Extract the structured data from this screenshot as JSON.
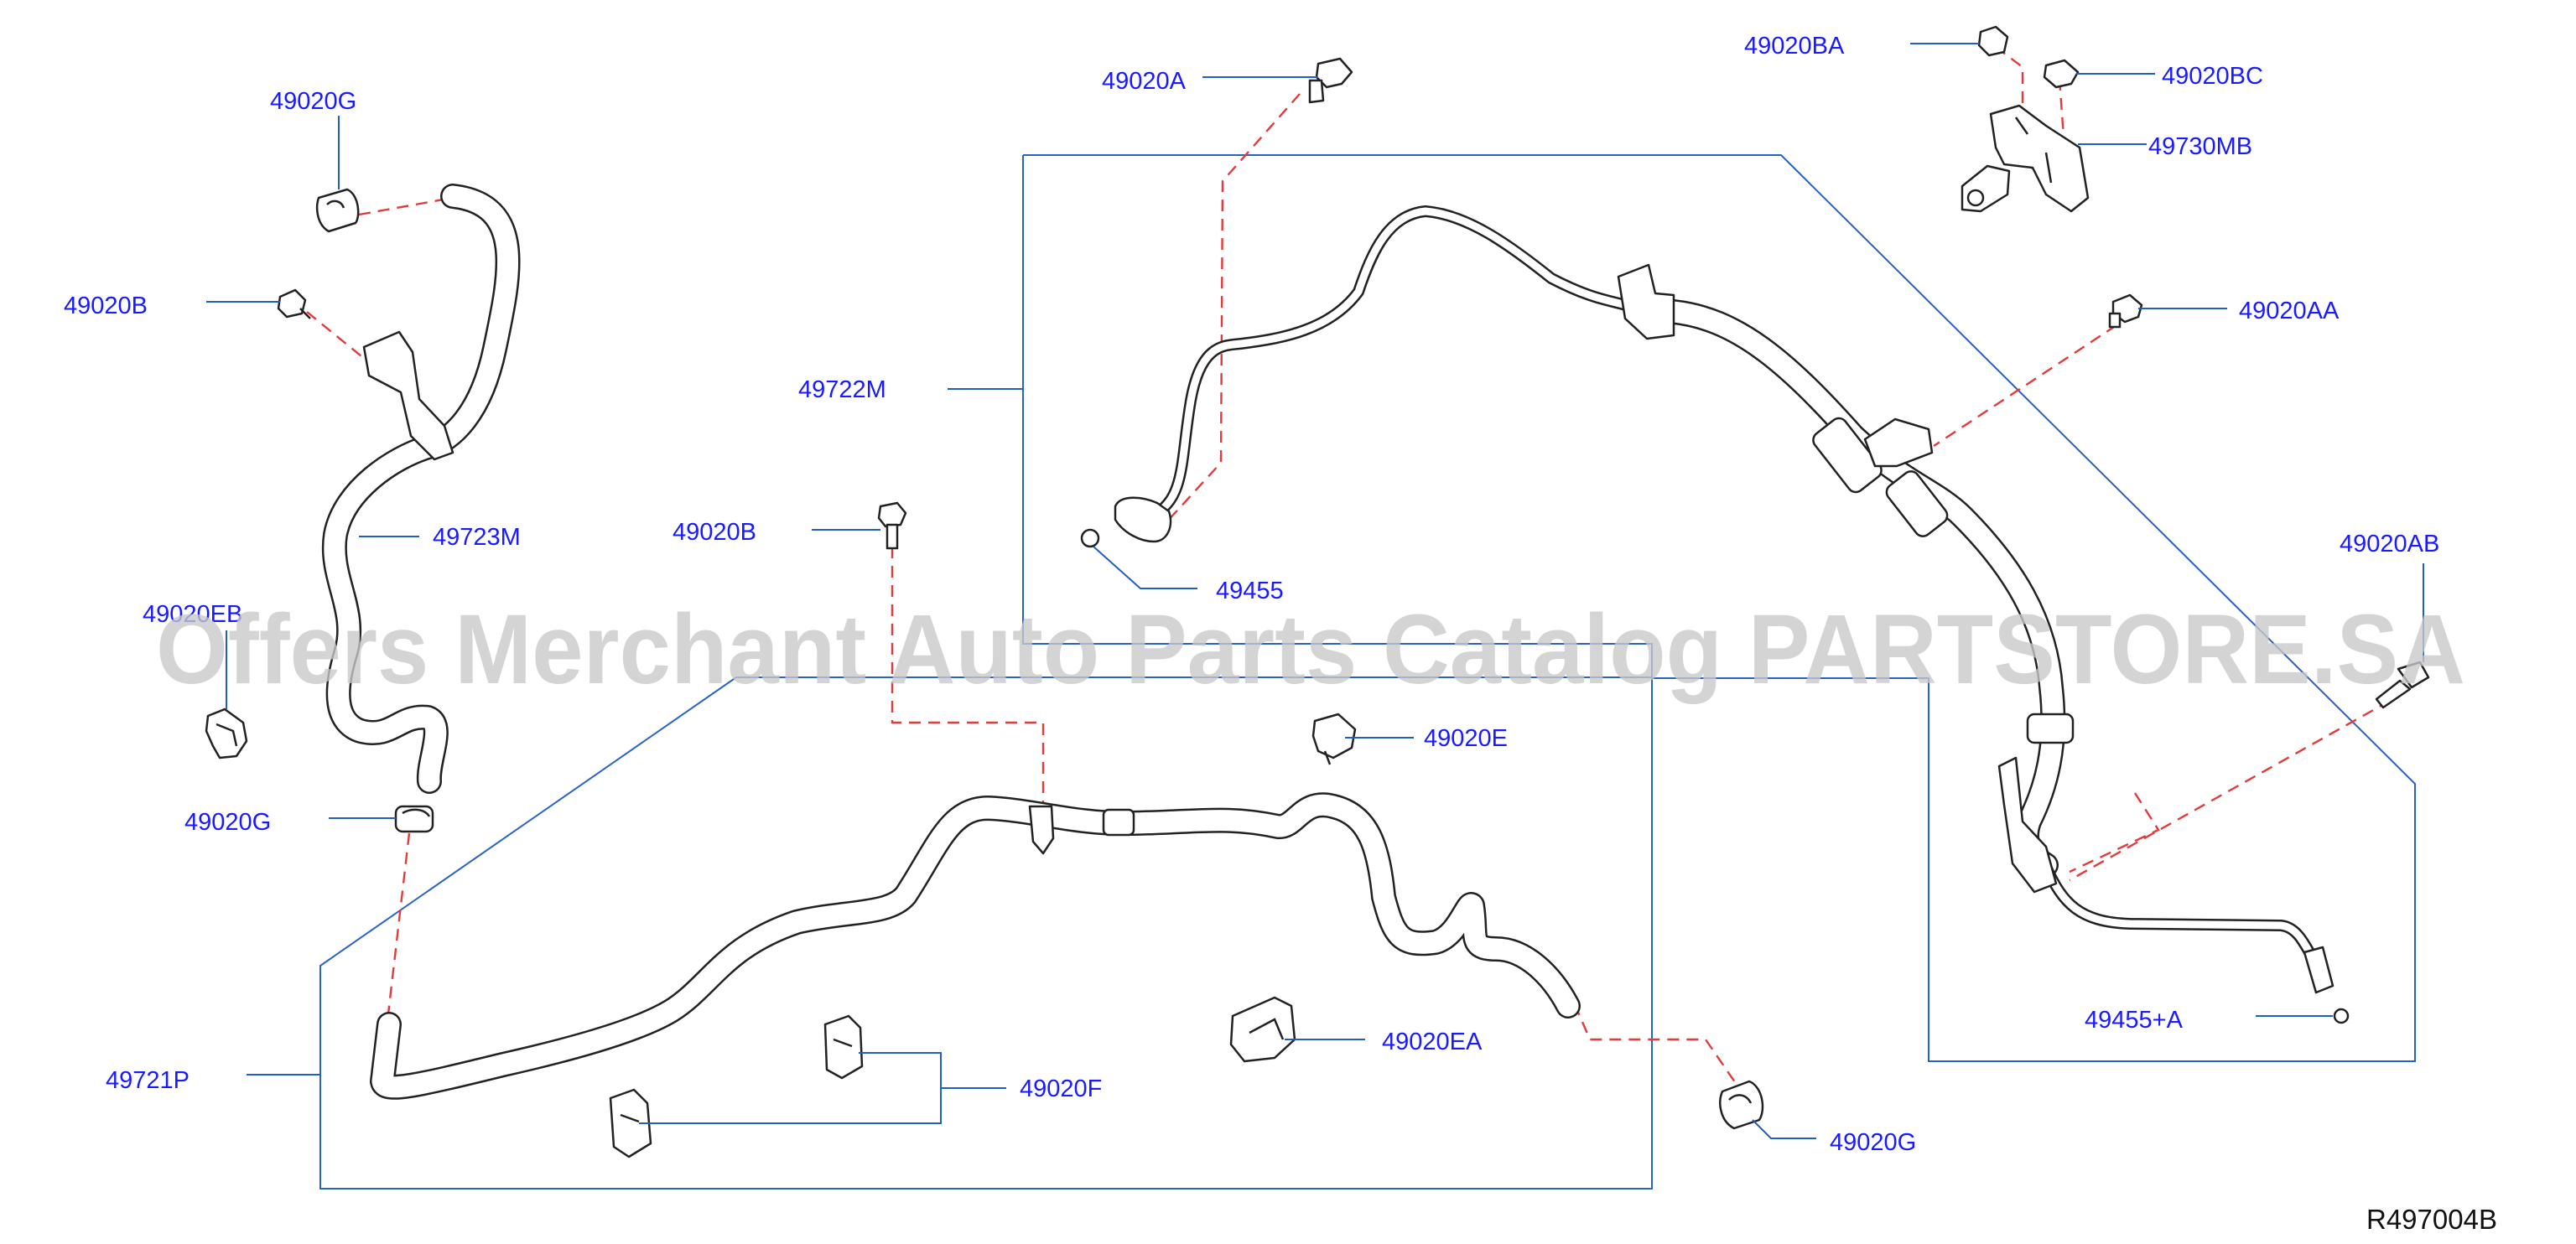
{
  "diagram": {
    "watermark": "Offers Merchant Auto Parts Catalog PARTSTORE.SA",
    "reference_code": "R497004B",
    "callouts": [
      {
        "id": "c1",
        "label": "49020G"
      },
      {
        "id": "c2",
        "label": "49020B"
      },
      {
        "id": "c3",
        "label": "49723M"
      },
      {
        "id": "c4",
        "label": "49020EB"
      },
      {
        "id": "c5",
        "label": "49020G"
      },
      {
        "id": "c6",
        "label": "49721P"
      },
      {
        "id": "c7",
        "label": "49020A"
      },
      {
        "id": "c8",
        "label": "49722M"
      },
      {
        "id": "c9",
        "label": "49020B"
      },
      {
        "id": "c10",
        "label": "49455"
      },
      {
        "id": "c11",
        "label": "49020E"
      },
      {
        "id": "c12",
        "label": "49020EA"
      },
      {
        "id": "c13",
        "label": "49020F"
      },
      {
        "id": "c14",
        "label": "49020G"
      },
      {
        "id": "c15",
        "label": "49020BA"
      },
      {
        "id": "c16",
        "label": "49020BC"
      },
      {
        "id": "c17",
        "label": "49730MB"
      },
      {
        "id": "c18",
        "label": "49020AA"
      },
      {
        "id": "c19",
        "label": "49020AB"
      },
      {
        "id": "c20",
        "label": "49455+A"
      }
    ]
  }
}
